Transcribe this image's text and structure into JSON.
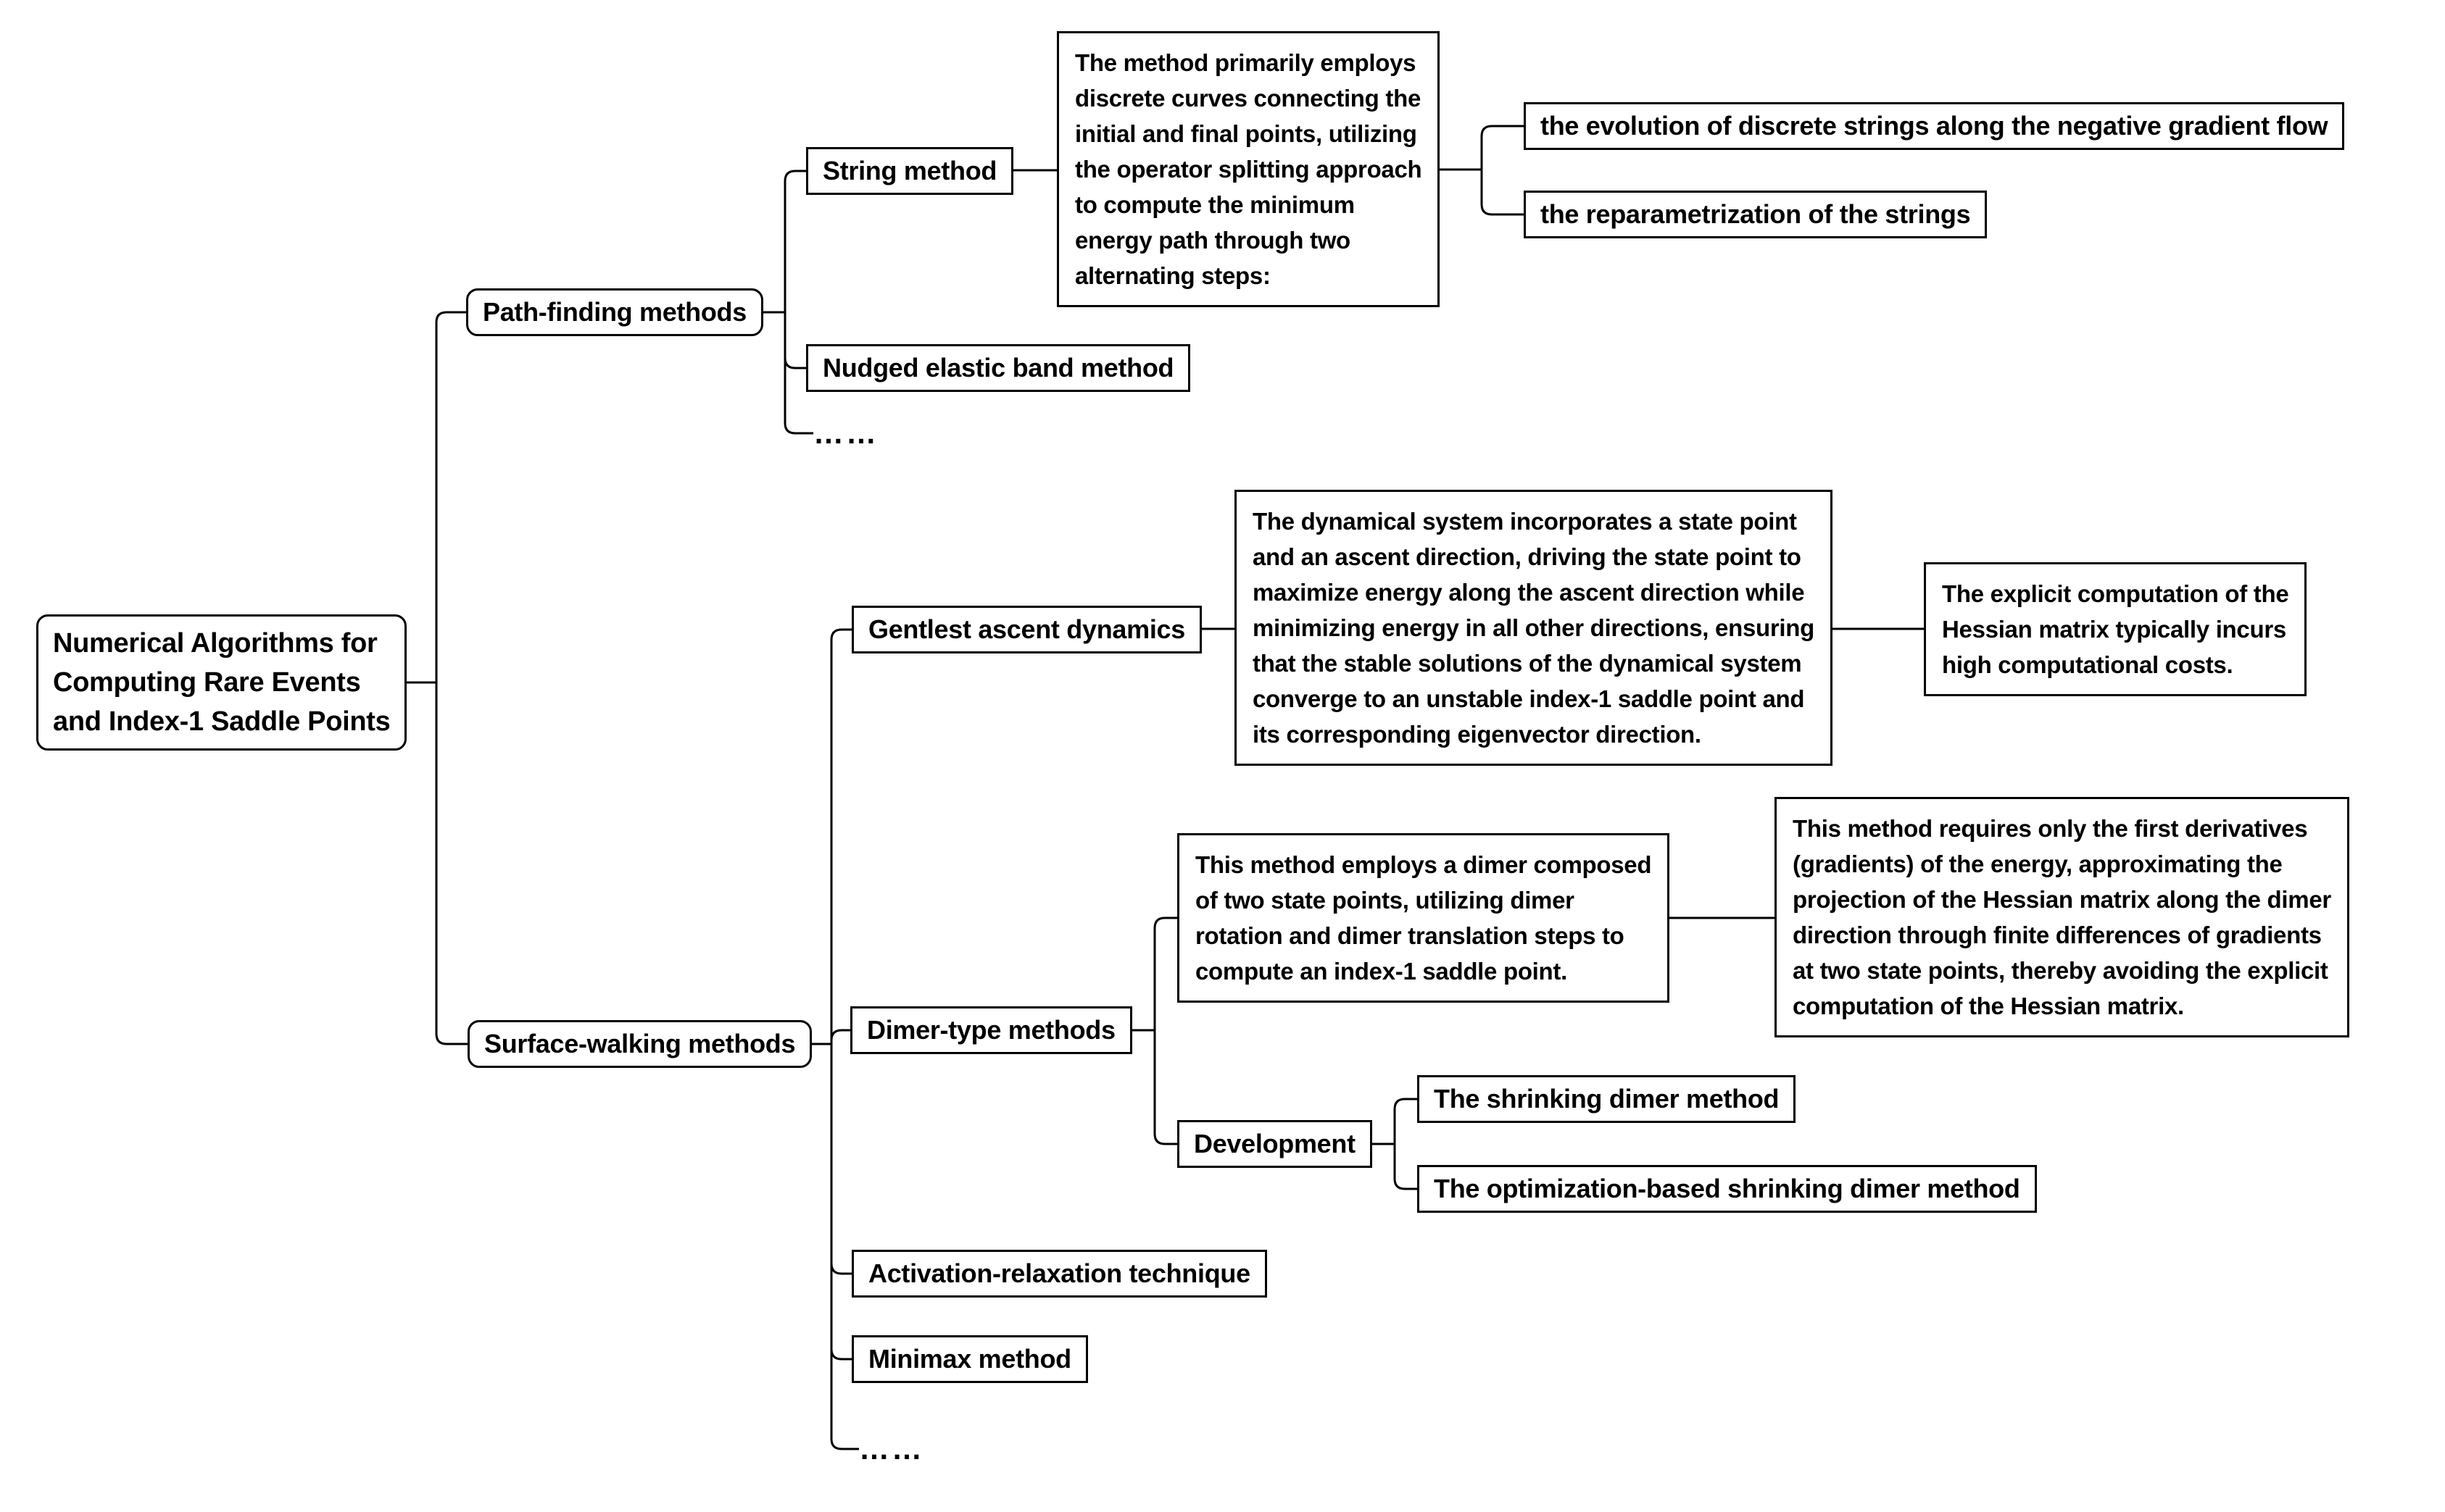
{
  "colors": {
    "background": "#ffffff",
    "line": "#000000",
    "box_border": "#000000",
    "text": "#000000"
  },
  "tree": {
    "label": "Numerical Algorithms for\nComputing Rare Events\nand Index-1 Saddle Points",
    "children": [
      {
        "label": "Path-finding methods",
        "children": [
          {
            "label": "String method",
            "children": [
              {
                "label": "The method primarily employs\ndiscrete curves connecting the\ninitial and final points, utilizing\nthe operator splitting approach\nto compute the minimum\nenergy path through two\nalternating steps:",
                "children": [
                  {
                    "label": "the evolution of discrete strings along the negative gradient flow"
                  },
                  {
                    "label": "the reparametrization of the strings"
                  }
                ]
              }
            ]
          },
          {
            "label": "Nudged elastic band method"
          },
          {
            "label": "……"
          }
        ]
      },
      {
        "label": "Surface-walking methods",
        "children": [
          {
            "label": "Gentlest ascent dynamics",
            "children": [
              {
                "label": "The dynamical system incorporates a state point\nand an ascent direction, driving the state point to\nmaximize energy along the ascent direction while\nminimizing energy in all other directions, ensuring\nthat the stable solutions of the dynamical system\nconverge to an unstable index-1 saddle point and\nits corresponding eigenvector direction.",
                "children": [
                  {
                    "label": "The explicit computation of the\nHessian matrix typically incurs\nhigh computational costs."
                  }
                ]
              }
            ]
          },
          {
            "label": "Dimer-type methods",
            "children": [
              {
                "label": "This method employs a dimer composed\nof two state points, utilizing dimer\nrotation and dimer translation steps to\ncompute an index-1 saddle point.",
                "children": [
                  {
                    "label": "This method requires only the first derivatives\n(gradients) of the energy, approximating the\nprojection of the Hessian matrix along the dimer\ndirection through finite differences of gradients\nat two state points, thereby avoiding the explicit\ncomputation of the Hessian matrix."
                  }
                ]
              },
              {
                "label": "Development",
                "children": [
                  {
                    "label": "The shrinking dimer method"
                  },
                  {
                    "label": "The optimization-based shrinking dimer method"
                  }
                ]
              }
            ]
          },
          {
            "label": "Activation-relaxation technique"
          },
          {
            "label": "Minimax method"
          },
          {
            "label": "……"
          }
        ]
      }
    ]
  }
}
